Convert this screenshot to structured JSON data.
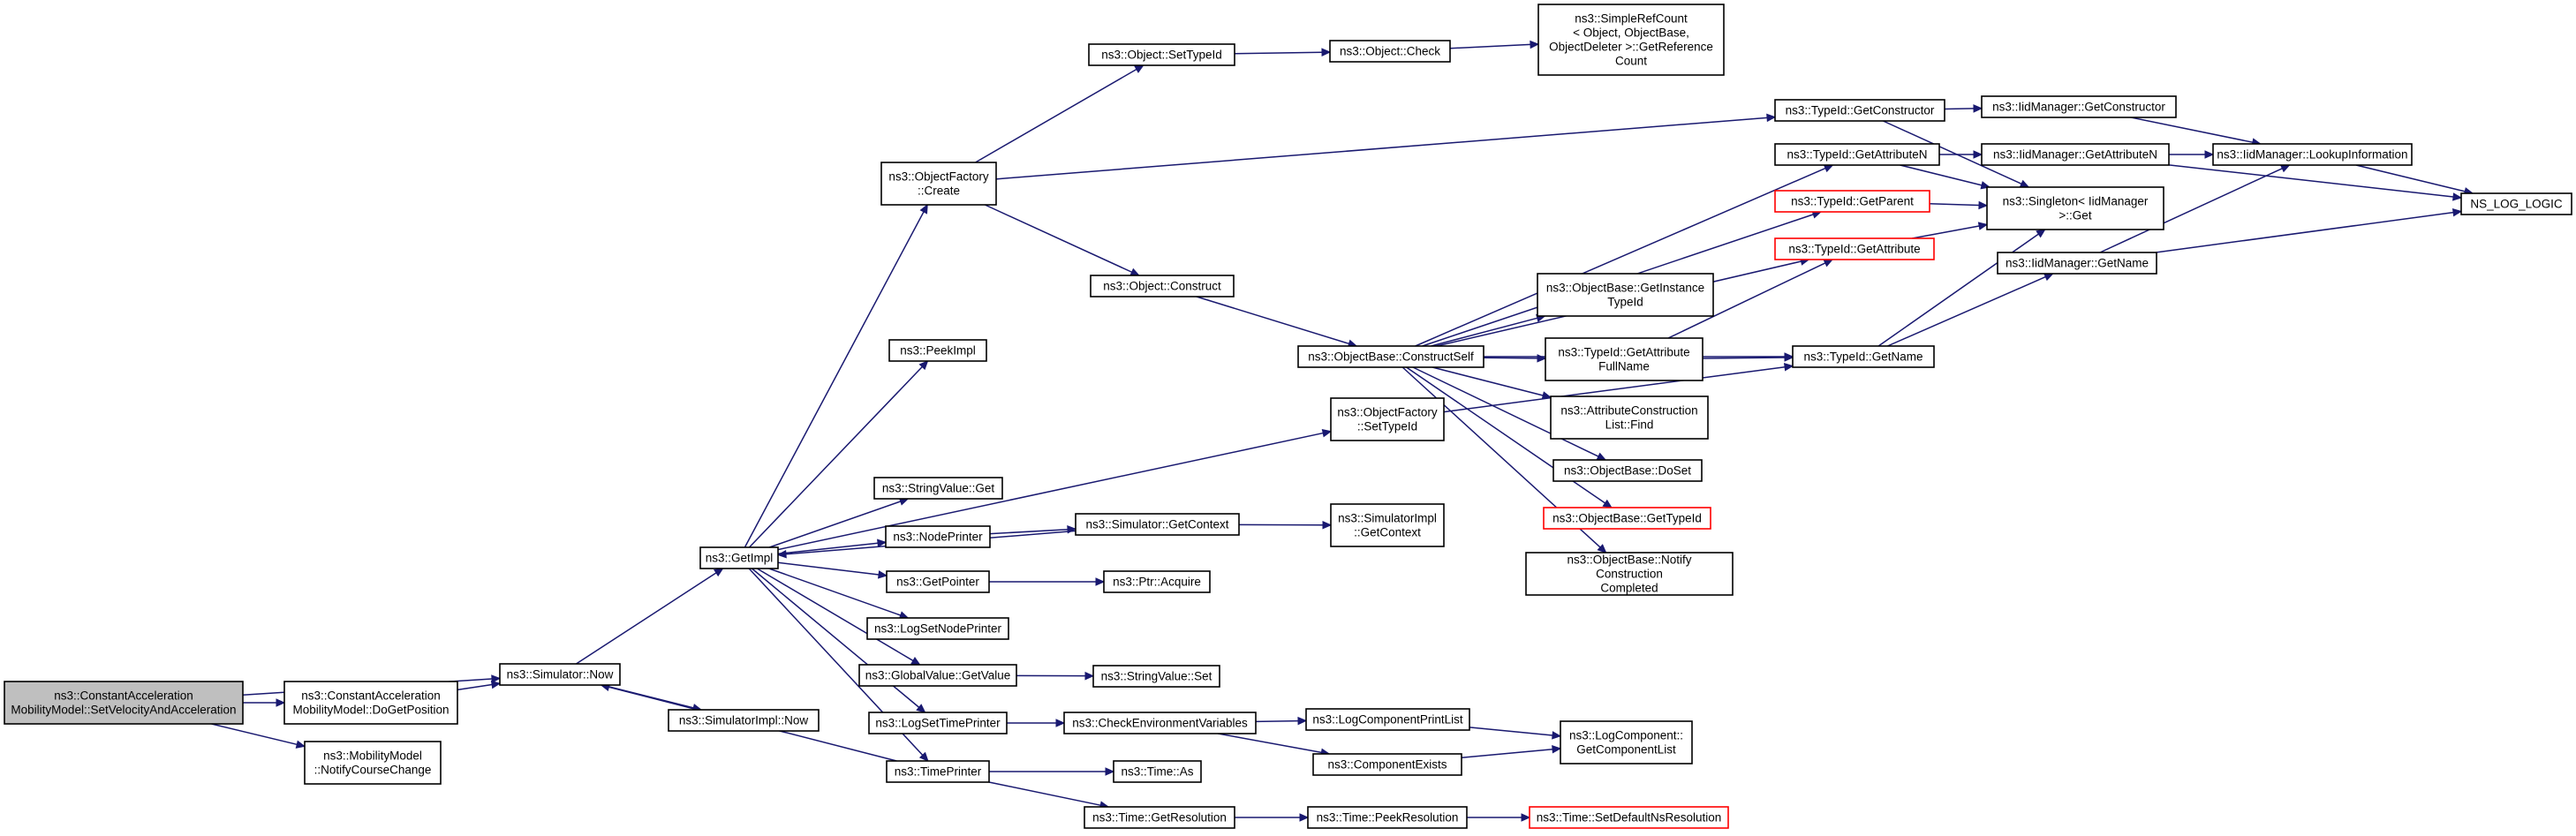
{
  "nodes": [
    {
      "id": "root",
      "lines": [
        "ns3::ConstantAcceleration",
        "MobilityModel::SetVelocityAndAcceleration"
      ],
      "style": "root"
    },
    {
      "id": "doGetPosition",
      "lines": [
        "ns3::ConstantAcceleration",
        "MobilityModel::DoGetPosition"
      ]
    },
    {
      "id": "notifyCourseChange",
      "lines": [
        "ns3::MobilityModel",
        "::NotifyCourseChange"
      ]
    },
    {
      "id": "simNow",
      "lines": [
        "ns3::Simulator::Now"
      ]
    },
    {
      "id": "simImplNow",
      "lines": [
        "ns3::SimulatorImpl::Now"
      ]
    },
    {
      "id": "getImpl",
      "lines": [
        "ns3::GetImpl"
      ]
    },
    {
      "id": "objFactoryCreate",
      "lines": [
        "ns3::ObjectFactory",
        "::Create"
      ]
    },
    {
      "id": "peekImpl",
      "lines": [
        "ns3::PeekImpl"
      ]
    },
    {
      "id": "stringValueGet",
      "lines": [
        "ns3::StringValue::Get"
      ]
    },
    {
      "id": "nodePrinter",
      "lines": [
        "ns3::NodePrinter"
      ]
    },
    {
      "id": "getPointer",
      "lines": [
        "ns3::GetPointer"
      ]
    },
    {
      "id": "logSetNodePrinter",
      "lines": [
        "ns3::LogSetNodePrinter"
      ]
    },
    {
      "id": "globalValueGetValue",
      "lines": [
        "ns3::GlobalValue::GetValue"
      ]
    },
    {
      "id": "logSetTimePrinter",
      "lines": [
        "ns3::LogSetTimePrinter"
      ]
    },
    {
      "id": "timePrinter",
      "lines": [
        "ns3::TimePrinter"
      ]
    },
    {
      "id": "objSetTypeId",
      "lines": [
        "ns3::Object::SetTypeId"
      ]
    },
    {
      "id": "objConstruct",
      "lines": [
        "ns3::Object::Construct"
      ]
    },
    {
      "id": "simGetContext",
      "lines": [
        "ns3::Simulator::GetContext"
      ]
    },
    {
      "id": "ptrAcquire",
      "lines": [
        "ns3::Ptr::Acquire"
      ]
    },
    {
      "id": "stringValueSet",
      "lines": [
        "ns3::StringValue::Set"
      ]
    },
    {
      "id": "checkEnvVars",
      "lines": [
        "ns3::CheckEnvironmentVariables"
      ]
    },
    {
      "id": "timeAs",
      "lines": [
        "ns3::Time::As"
      ]
    },
    {
      "id": "timeGetResolution",
      "lines": [
        "ns3::Time::GetResolution"
      ]
    },
    {
      "id": "objCheck",
      "lines": [
        "ns3::Object::Check"
      ]
    },
    {
      "id": "objBaseConstructSelf",
      "lines": [
        "ns3::ObjectBase::ConstructSelf"
      ]
    },
    {
      "id": "objFactorySetTypeId",
      "lines": [
        "ns3::ObjectFactory",
        "::SetTypeId"
      ]
    },
    {
      "id": "simImplGetContext",
      "lines": [
        "ns3::SimulatorImpl",
        "::GetContext"
      ]
    },
    {
      "id": "logCompPrintList",
      "lines": [
        "ns3::LogComponentPrintList"
      ]
    },
    {
      "id": "componentExists",
      "lines": [
        "ns3::ComponentExists"
      ]
    },
    {
      "id": "timePeekResolution",
      "lines": [
        "ns3::Time::PeekResolution"
      ]
    },
    {
      "id": "simpleRefCount",
      "lines": [
        "ns3::SimpleRefCount",
        "< Object, ObjectBase,",
        "ObjectDeleter >::GetReference",
        "Count"
      ]
    },
    {
      "id": "objBaseGetInstanceTypeId",
      "lines": [
        "ns3::ObjectBase::GetInstance",
        "TypeId"
      ]
    },
    {
      "id": "typeIdGetAttributeFullName",
      "lines": [
        "ns3::TypeId::GetAttribute",
        "FullName"
      ]
    },
    {
      "id": "attrConstructionListFind",
      "lines": [
        "ns3::AttributeConstruction",
        "List::Find"
      ]
    },
    {
      "id": "objBaseDoSet",
      "lines": [
        "ns3::ObjectBase::DoSet"
      ]
    },
    {
      "id": "objBaseGetTypeId",
      "lines": [
        "ns3::ObjectBase::GetTypeId"
      ],
      "style": "red"
    },
    {
      "id": "objBaseNotifyConstructionCompleted",
      "lines": [
        "ns3::ObjectBase::Notify",
        "Construction",
        "Completed"
      ]
    },
    {
      "id": "logComponentGetList",
      "lines": [
        "ns3::LogComponent::",
        "GetComponentList"
      ]
    },
    {
      "id": "timeSetDefaultNsResolution",
      "lines": [
        "ns3::Time::SetDefaultNsResolution"
      ],
      "style": "red"
    },
    {
      "id": "typeIdGetConstructor",
      "lines": [
        "ns3::TypeId::GetConstructor"
      ]
    },
    {
      "id": "typeIdGetAttributeN",
      "lines": [
        "ns3::TypeId::GetAttributeN"
      ]
    },
    {
      "id": "typeIdGetParent",
      "lines": [
        "ns3::TypeId::GetParent"
      ],
      "style": "red"
    },
    {
      "id": "typeIdGetAttribute",
      "lines": [
        "ns3::TypeId::GetAttribute"
      ],
      "style": "red"
    },
    {
      "id": "typeIdGetName",
      "lines": [
        "ns3::TypeId::GetName"
      ]
    },
    {
      "id": "iidGetConstructor",
      "lines": [
        "ns3::IidManager::GetConstructor"
      ]
    },
    {
      "id": "iidGetAttributeN",
      "lines": [
        "ns3::IidManager::GetAttributeN"
      ]
    },
    {
      "id": "singletonGet",
      "lines": [
        "ns3::Singleton< IidManager",
        ">::Get"
      ]
    },
    {
      "id": "iidGetName",
      "lines": [
        "ns3::IidManager::GetName"
      ]
    },
    {
      "id": "iidLookupInformation",
      "lines": [
        "ns3::IidManager::LookupInformation"
      ]
    },
    {
      "id": "nsLogLogic",
      "lines": [
        "NS_LOG_LOGIC"
      ]
    }
  ],
  "edges": [
    [
      "root",
      "doGetPosition"
    ],
    [
      "root",
      "notifyCourseChange"
    ],
    [
      "root",
      "simNow"
    ],
    [
      "doGetPosition",
      "simNow"
    ],
    [
      "simNow",
      "simImplNow"
    ],
    [
      "simNow",
      "getImpl"
    ],
    [
      "getImpl",
      "objFactoryCreate"
    ],
    [
      "getImpl",
      "peekImpl"
    ],
    [
      "getImpl",
      "stringValueGet"
    ],
    [
      "getImpl",
      "nodePrinter"
    ],
    [
      "getImpl",
      "getPointer"
    ],
    [
      "getImpl",
      "logSetNodePrinter"
    ],
    [
      "getImpl",
      "globalValueGetValue"
    ],
    [
      "getImpl",
      "logSetTimePrinter"
    ],
    [
      "getImpl",
      "timePrinter"
    ],
    [
      "getImpl",
      "objFactorySetTypeId"
    ],
    [
      "objFactoryCreate",
      "objSetTypeId"
    ],
    [
      "objFactoryCreate",
      "objConstruct"
    ],
    [
      "objFactoryCreate",
      "typeIdGetConstructor"
    ],
    [
      "objSetTypeId",
      "objCheck"
    ],
    [
      "objCheck",
      "simpleRefCount"
    ],
    [
      "objConstruct",
      "objBaseConstructSelf"
    ],
    [
      "nodePrinter",
      "simGetContext"
    ],
    [
      "simGetContext",
      "getImpl"
    ],
    [
      "simGetContext",
      "simImplGetContext"
    ],
    [
      "getPointer",
      "ptrAcquire"
    ],
    [
      "globalValueGetValue",
      "stringValueSet"
    ],
    [
      "logSetTimePrinter",
      "checkEnvVars"
    ],
    [
      "timePrinter",
      "timeAs"
    ],
    [
      "timePrinter",
      "timeGetResolution"
    ],
    [
      "timePrinter",
      "simNow"
    ],
    [
      "checkEnvVars",
      "logCompPrintList"
    ],
    [
      "checkEnvVars",
      "componentExists"
    ],
    [
      "logCompPrintList",
      "logComponentGetList"
    ],
    [
      "componentExists",
      "logComponentGetList"
    ],
    [
      "timeGetResolution",
      "timePeekResolution"
    ],
    [
      "timePeekResolution",
      "timeSetDefaultNsResolution"
    ],
    [
      "objBaseConstructSelf",
      "objBaseGetInstanceTypeId"
    ],
    [
      "objBaseConstructSelf",
      "typeIdGetAttributeFullName"
    ],
    [
      "objBaseConstructSelf",
      "attrConstructionListFind"
    ],
    [
      "objBaseConstructSelf",
      "objBaseDoSet"
    ],
    [
      "objBaseConstructSelf",
      "objBaseGetTypeId"
    ],
    [
      "objBaseConstructSelf",
      "objBaseNotifyConstructionCompleted"
    ],
    [
      "objBaseConstructSelf",
      "typeIdGetAttributeN"
    ],
    [
      "objBaseConstructSelf",
      "typeIdGetParent"
    ],
    [
      "objBaseConstructSelf",
      "typeIdGetAttribute"
    ],
    [
      "objBaseConstructSelf",
      "typeIdGetName"
    ],
    [
      "objFactorySetTypeId",
      "typeIdGetName"
    ],
    [
      "typeIdGetAttributeFullName",
      "typeIdGetAttribute"
    ],
    [
      "typeIdGetAttributeFullName",
      "typeIdGetName"
    ],
    [
      "typeIdGetConstructor",
      "iidGetConstructor"
    ],
    [
      "typeIdGetConstructor",
      "singletonGet"
    ],
    [
      "typeIdGetAttributeN",
      "iidGetAttributeN"
    ],
    [
      "typeIdGetAttributeN",
      "singletonGet"
    ],
    [
      "typeIdGetParent",
      "singletonGet"
    ],
    [
      "typeIdGetAttribute",
      "singletonGet"
    ],
    [
      "typeIdGetName",
      "singletonGet"
    ],
    [
      "typeIdGetName",
      "iidGetName"
    ],
    [
      "iidGetConstructor",
      "iidLookupInformation"
    ],
    [
      "iidGetAttributeN",
      "iidLookupInformation"
    ],
    [
      "iidGetAttributeN",
      "nsLogLogic"
    ],
    [
      "iidGetName",
      "iidLookupInformation"
    ],
    [
      "iidGetName",
      "nsLogLogic"
    ],
    [
      "iidLookupInformation",
      "nsLogLogic"
    ]
  ]
}
